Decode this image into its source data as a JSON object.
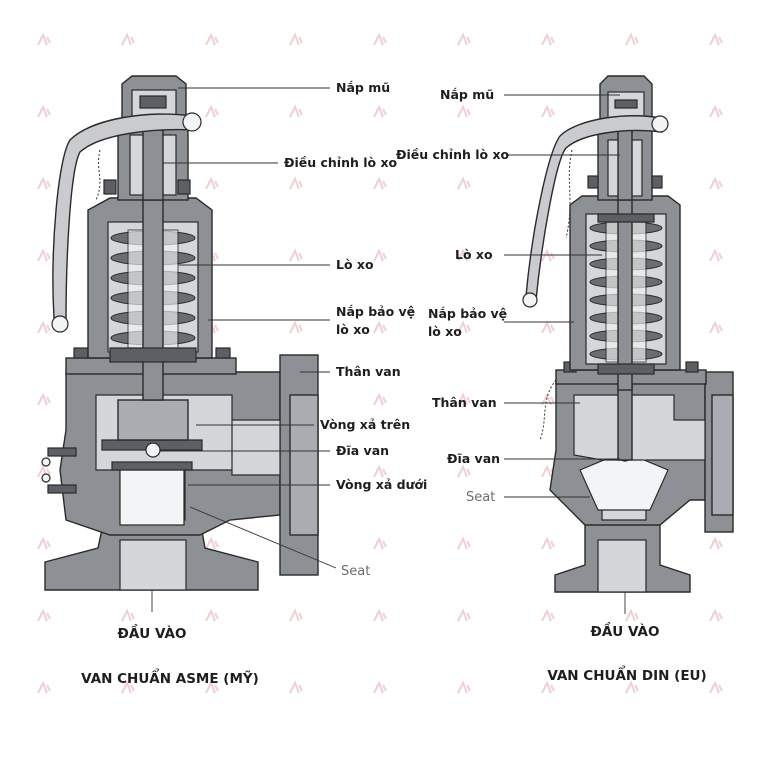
{
  "left_valve": {
    "labels": {
      "cap": "Nắp mũ",
      "spring_adjust": "Điều chỉnh lò xo",
      "spring": "Lò xo",
      "spring_cover_line1": "Nắp bảo vệ",
      "spring_cover_line2": "lò xo",
      "body": "Thân van",
      "upper_ring": "Vòng xả trên",
      "disc": "Đĩa van",
      "lower_ring": "Vòng xả dưới",
      "seat": "Seat"
    },
    "inlet": "ĐẦU VÀO",
    "caption": "VAN CHUẨN ASME (MỸ)"
  },
  "right_valve": {
    "labels": {
      "cap": "Nắp mũ",
      "spring_adjust": "Điều chỉnh lò xo",
      "spring": "Lò xo",
      "spring_cover_line1": "Nắp bảo vệ",
      "spring_cover_line2": "lò xo",
      "body": "Thân van",
      "disc": "Đĩa van",
      "seat": "Seat"
    },
    "inlet": "ĐẦU VÀO",
    "caption": "VAN CHUẨN DIN (EU)"
  },
  "colors": {
    "metal": "#8d9094",
    "metal_light": "#a9acb0",
    "watermark": "#e4a7ae",
    "label_text": "#1e1e1e",
    "seat_text": "#6e6e6e"
  }
}
